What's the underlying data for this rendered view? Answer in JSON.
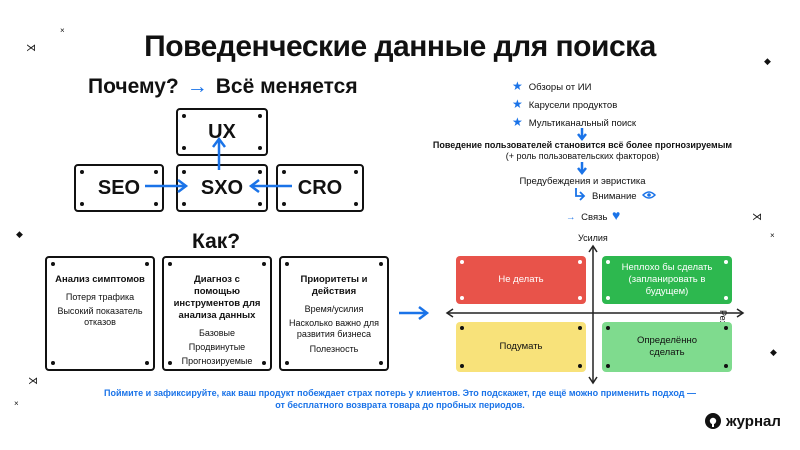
{
  "title": "Поведенческие данные для поиска",
  "why": {
    "left": "Почему?",
    "right": "Всё меняется"
  },
  "plates": {
    "ux": "UX",
    "seo": "SEO",
    "sxo": "SXO",
    "cro": "CRO"
  },
  "how": "Как?",
  "cards": [
    {
      "heading": "Анализ симптомов",
      "items": [
        "Потеря трафика",
        "Высокий показатель отказов"
      ]
    },
    {
      "heading": "Диагноз с помощью инструментов для анализа данных",
      "items": [
        "Базовые",
        "Продвинутые",
        "Прогнозируемые"
      ]
    },
    {
      "heading": "Приоритеты и действия",
      "items": [
        "Время/усилия",
        "Насколько важно для развития бизнеса",
        "Полезность"
      ]
    }
  ],
  "right_list": [
    "Обзоры от ИИ",
    "Карусели продуктов",
    "Мультиканальный поиск"
  ],
  "behavior": "Поведение пользователей становится всё более прогнозируемым",
  "behavior_sub": "(+ роль пользовательских факторов)",
  "biases": "Предубеждения и эвристика",
  "attention": "Внимание",
  "connection": "Связь",
  "matrix": {
    "y_label": "Усилия",
    "x_label": "Результат",
    "cells": [
      "Не делать",
      "Неплохо бы сделать (запланировать в будущем)",
      "Подумать",
      "Определённо сделать"
    ],
    "colors": [
      "#e8534a",
      "#2db84f",
      "#f8e27a",
      "#7fdb8e"
    ]
  },
  "footer_line1": "Поймите и зафиксируйте, как ваш продукт побеждает страх потерь у клиентов. Это подскажет, где ещё можно применить подход —",
  "footer_line2": "от бесплатного возврата товара до пробных периодов.",
  "brand": "журнал",
  "accent": "#1a73e8"
}
